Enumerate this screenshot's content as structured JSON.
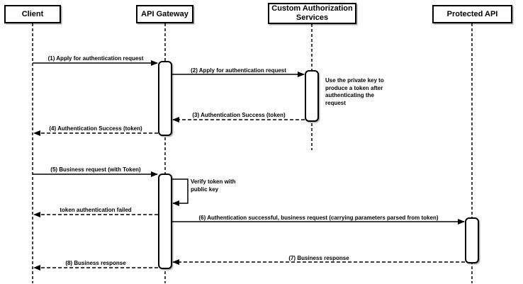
{
  "diagram": {
    "type": "sequence-diagram",
    "actors": [
      {
        "name": "Client"
      },
      {
        "name": "API Gateway"
      },
      {
        "name": "Custom Authorization Services"
      },
      {
        "name": "Protected API"
      }
    ],
    "messages": [
      {
        "label": "(1) Apply for authentication request",
        "from": "Client",
        "to": "API Gateway",
        "line": "solid"
      },
      {
        "label": "(2) Apply for authentication request",
        "from": "API Gateway",
        "to": "Custom Authorization Services",
        "line": "solid"
      },
      {
        "label": "(3) Authentication Success (token)",
        "from": "Custom Authorization Services",
        "to": "API Gateway",
        "line": "dashed"
      },
      {
        "label": "(4) Authentication Success (token)",
        "from": "API Gateway",
        "to": "Client",
        "line": "dashed"
      },
      {
        "label": "(5) Business request (with Token)",
        "from": "Client",
        "to": "API Gateway",
        "line": "solid"
      },
      {
        "label": "Verify token with public key",
        "from": "API Gateway",
        "to": "API Gateway",
        "line": "self"
      },
      {
        "label": "token authentication failed",
        "from": "API Gateway",
        "to": "Client",
        "line": "dashed"
      },
      {
        "label": "(6) Authentication successful, business request (carrying parameters parsed from token)",
        "from": "API Gateway",
        "to": "Protected API",
        "line": "solid"
      },
      {
        "label": "(7) Business response",
        "from": "Protected API",
        "to": "API Gateway",
        "line": "dashed"
      },
      {
        "label": "(8) Business response",
        "from": "API Gateway",
        "to": "Client",
        "line": "dashed"
      }
    ],
    "note": {
      "text": "Use the private key to produce a token after authenticating the request"
    },
    "colors": {
      "stroke": "#000000",
      "fill": "#ffffff",
      "text": "#000000",
      "background": "#ffffff"
    }
  }
}
